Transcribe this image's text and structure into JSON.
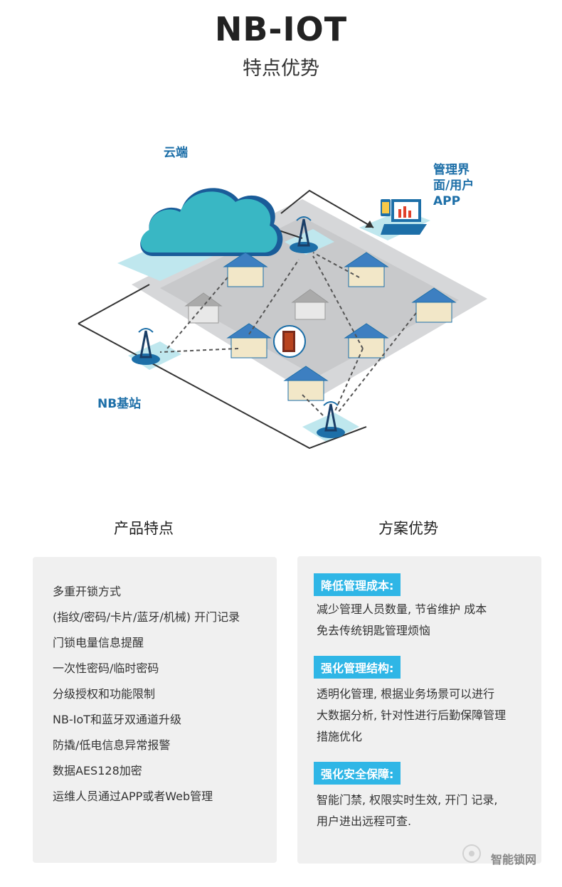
{
  "header": {
    "title": "NB-IOT",
    "subtitle": "特点优势"
  },
  "diagram": {
    "cloud_label": "云端",
    "app_label_lines": [
      "管理界",
      "面/用户",
      "APP"
    ],
    "station_label": "NB基站",
    "colors": {
      "cloud": "#39b7c4",
      "accent": "#1d6fa8",
      "ground": "#d6d7d9"
    }
  },
  "features": {
    "heading": "产品特点",
    "items": [
      "多重开锁方式",
      "(指纹/密码/卡片/蓝牙/机械) 开门记录",
      "门锁电量信息提醒",
      "一次性密码/临时密码",
      "分级授权和功能限制",
      "NB-IoT和蓝牙双通道升级",
      "防撬/低电信息异常报警",
      "数据AES128加密",
      "运维人员通过APP或者Web管理"
    ]
  },
  "advantages": {
    "heading": "方案优势",
    "sections": [
      {
        "tag": "降低管理成本:",
        "lines": [
          "减少管理人员数量, 节省维护 成本",
          "免去传统钥匙管理烦恼"
        ]
      },
      {
        "tag": "强化管理结构:",
        "lines": [
          "透明化管理, 根据业务场景可以进行",
          "大数据分析, 针对性进行后勤保障管理",
          "措施优化"
        ]
      },
      {
        "tag": "强化安全保障:",
        "lines": [
          "智能门禁, 权限实时生效, 开门 记录,",
          "用户进出远程可查."
        ]
      }
    ],
    "tag_color": "#2fb6e6"
  },
  "watermark": {
    "text": "智能锁网"
  }
}
